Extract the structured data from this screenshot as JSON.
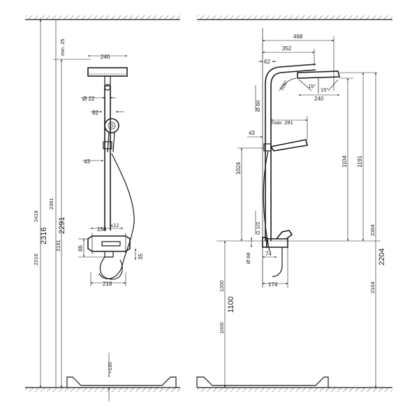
{
  "front": {
    "head_width": "240",
    "min_gap": "min. 25",
    "arm_diameter": "Ø 22",
    "hand_shower": "82",
    "rail_offset": "43",
    "inlet_spacing": "150",
    "inlet_spacing_tol": "±12",
    "mixer_height": "86",
    "spout_drop": "35",
    "mixer_width": "218",
    "tray_height": "≈130",
    "height_2416": "2416",
    "height_2391": "2391",
    "height_2316": "2316",
    "height_2291": "2291",
    "height_2216": "2216",
    "height_2191": "2191"
  },
  "side": {
    "overall_reach": "468",
    "arm_reach": "352",
    "wall_offset": "62",
    "arm_angle": "100°",
    "pipe_diameter": "Ø 60",
    "tilt_1": "15°",
    "tilt_2": "15°",
    "head_size": "240",
    "max_reach": "max. 281",
    "holder_offset": "43",
    "dist_1024": "1024",
    "dist_1104": "1104",
    "dist_1191": "1191",
    "connection": "G 1/2",
    "rosette_diameter": "Ø 68",
    "spout_offset": "74",
    "mixer_depth": "174",
    "height_2304": "2304",
    "height_2204": "2204",
    "height_2104": "2104",
    "height_1200": "1200",
    "height_1100": "1100",
    "height_1000": "1000"
  }
}
